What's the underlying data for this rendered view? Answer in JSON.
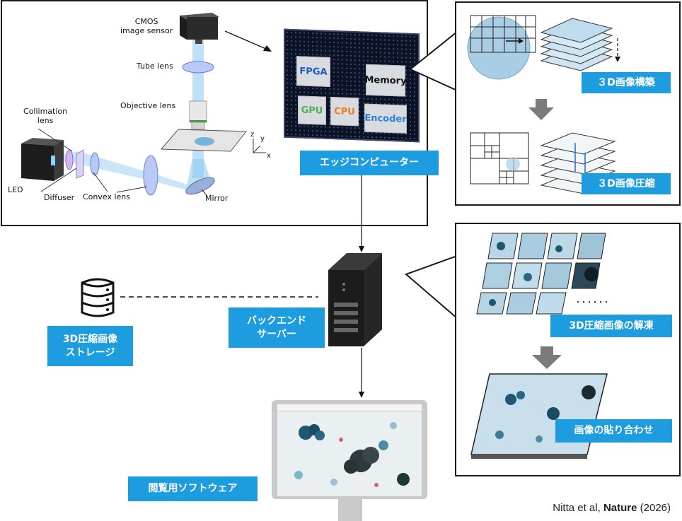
{
  "optics": {
    "cmos": "CMOS\nimage sensor",
    "tube_lens": "Tube lens",
    "objective_lens": "Objective lens",
    "collimation_lens": "Collimation\nlens",
    "led": "LED",
    "diffuser": "Diffuser",
    "convex_lens": "Convex lens",
    "mirror": "Mirror",
    "axis_z": "z",
    "axis_y": "y",
    "axis_x": "x"
  },
  "chip": {
    "fpga": "FPGA",
    "memory": "Memory",
    "gpu": "GPU",
    "cpu": "CPU",
    "encoder": "Encoder"
  },
  "tags": {
    "edge_computer": "エッジコンピューター",
    "reconstruct_3d": "３D画像構築",
    "compress_3d": "３D画像圧縮",
    "backend_server": "バックエンド\nサーバー",
    "storage": "3D圧縮画像\nストレージ",
    "decompress": "3D圧縮画像の解凍",
    "stitch": "画像の貼り合わせ",
    "viewer": "閲覧用ソフトウェア"
  },
  "ellipsis": "・・・・・・",
  "citation": {
    "authors": "Nitta et al, ",
    "journal": "Nature",
    "year": " (2026)"
  },
  "colors": {
    "accent": "#1e9ce0",
    "fpga_text": "#1c5bbf",
    "gpu_text": "#4caf50",
    "cpu_text": "#f07b23",
    "encoder_text": "#2a7fd0"
  }
}
